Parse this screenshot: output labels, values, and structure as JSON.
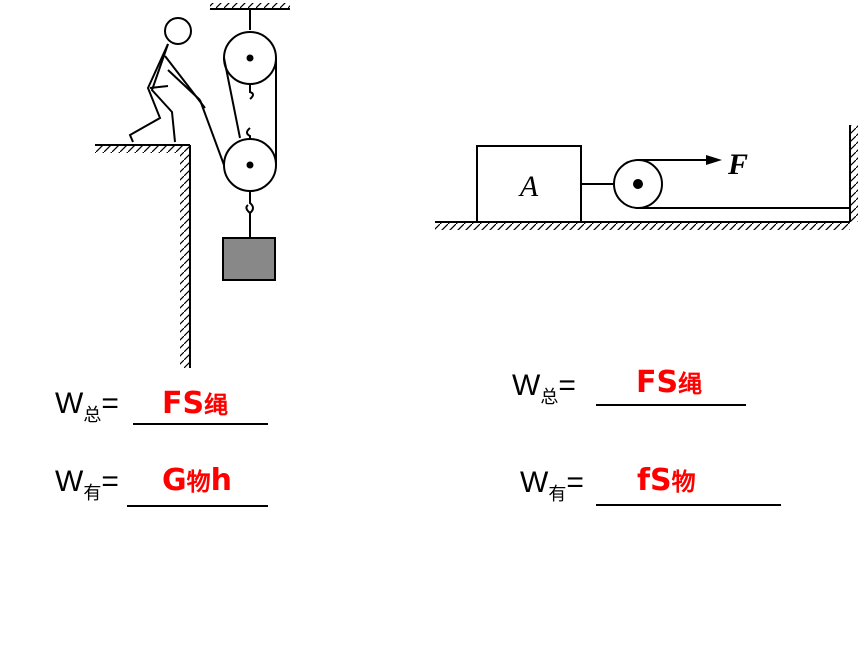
{
  "left": {
    "total": {
      "symbol": "W",
      "subscript": "总",
      "eq": "=",
      "answer_main": "FS",
      "answer_sub": "绳"
    },
    "useful": {
      "symbol": "W",
      "subscript": "有",
      "eq": "=",
      "answer_main": "G",
      "answer_sub": "物",
      "answer_tail": "h"
    }
  },
  "right": {
    "figure": {
      "block_label": "A",
      "force_label": "F"
    },
    "total": {
      "symbol": "W",
      "subscript": "总",
      "eq": "=",
      "answer_main": "FS",
      "answer_sub": "绳"
    },
    "useful": {
      "symbol": "W",
      "subscript": "有",
      "eq": "=",
      "answer_main": "fS",
      "answer_sub": "物"
    }
  },
  "colors": {
    "answer": "#ff0000",
    "weight": "#888888"
  }
}
